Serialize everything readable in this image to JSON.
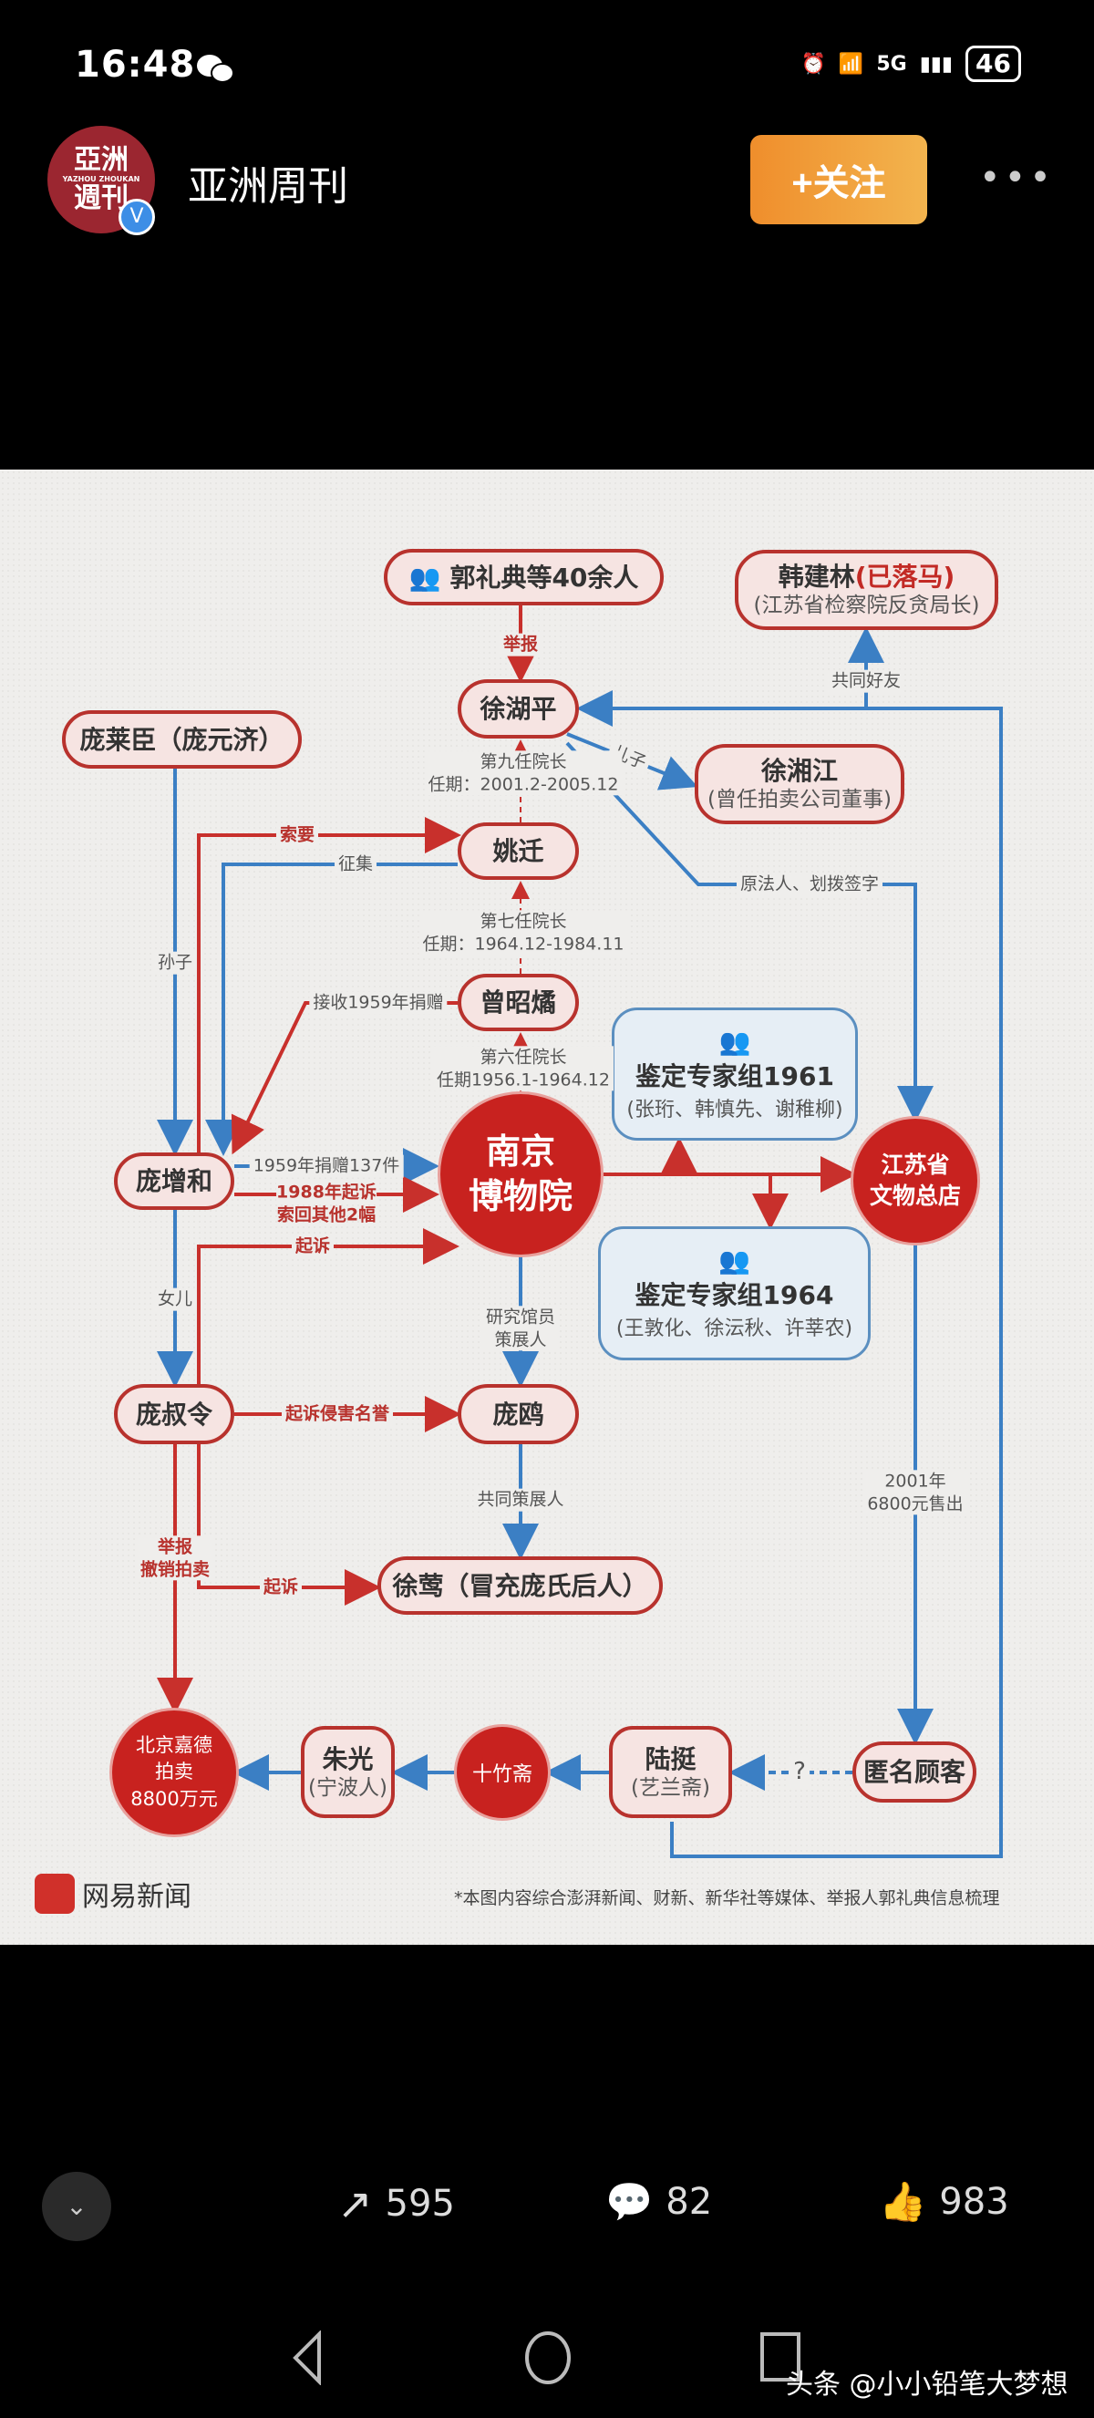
{
  "status_bar": {
    "time": "16:48",
    "network": "5G",
    "battery": "46"
  },
  "header": {
    "account_name": "亚洲周刊",
    "avatar_text_top": "亞洲",
    "avatar_text_mid": "YAZHOU ZHOUKAN",
    "avatar_text_bottom": "週刊",
    "verified_badge": "V",
    "follow_label": "+关注",
    "more": "•••"
  },
  "diagram": {
    "nodes": {
      "guo": "郭礼典等40余人",
      "han": "韩建林",
      "han_tag": "(已落马)",
      "han_sub": "(江苏省检察院反贪局长)",
      "xuhuping": "徐湖平",
      "panglaichen": "庞莱臣（庞元济）",
      "xuxiangjiang": "徐湘江",
      "xuxiangjiang_sub": "(曾任拍卖公司董事)",
      "yaoqian": "姚迁",
      "zengzhaoyu": "曾昭燏",
      "expert1961": "鉴定专家组1961",
      "expert1961_sub": "(张珩、韩慎先、谢稚柳)",
      "nanjing_museum_1": "南京",
      "nanjing_museum_2": "博物院",
      "jiangsu_1": "江苏省",
      "jiangsu_2": "文物总店",
      "pangzenghe": "庞增和",
      "expert1964": "鉴定专家组1964",
      "expert1964_sub": "(王敦化、徐沄秋、许莘农)",
      "pangshuling": "庞叔令",
      "pangou": "庞鸥",
      "xuying": "徐莺（冒充庞氏后人）",
      "jiade_1": "北京嘉德",
      "jiade_2": "拍卖",
      "jiade_3": "8800万元",
      "zhuguang": "朱光",
      "zhuguang_sub": "(宁波人)",
      "shizhuzhai": "十竹斋",
      "luting": "陆挺",
      "luting_sub": "(艺兰斋)",
      "anonymous": "匿名顾客"
    },
    "edges": {
      "report": "举报",
      "son": "儿子",
      "legal_rep": "原法人、划拨签字",
      "mutual_friend": "共同好友",
      "ninth_dir": "第九任院长",
      "ninth_term": "任期：2001.2-2005.12",
      "seventh_dir": "第七任院长",
      "seventh_term": "任期：1964.12-1984.11",
      "sixth_dir": "第六任院长",
      "sixth_term": "任期1956.1-1964.12",
      "grandson": "孙子",
      "demand": "索要",
      "collect": "征集",
      "receive": "接收1959年捐赠",
      "donate": "1959年捐赠137件",
      "sue1988": "1988年起诉",
      "reclaim": "索回其他2幅",
      "sue": "起诉",
      "daughter": "女儿",
      "defamation": "起诉侵害名誉",
      "researcher": "研究馆员",
      "curator": "策展人",
      "cocurator": "共同策展人",
      "sue2": "起诉",
      "report2": "举报",
      "cancel_auction": "撤销拍卖",
      "sold_year": "2001年",
      "sold_price": "6800元售出",
      "unknown": "?"
    },
    "source_logo": "网易新闻",
    "footnote": "*本图内容综合澎湃新闻、财新、新华社等媒体、举报人郭礼典信息梳理",
    "colors": {
      "red": "#c8302c",
      "blue": "#3b7fc4"
    }
  },
  "actions": {
    "share_count": "595",
    "comment_count": "82",
    "like_count": "983"
  },
  "watermark": "头条 @小小铅笔大梦想"
}
